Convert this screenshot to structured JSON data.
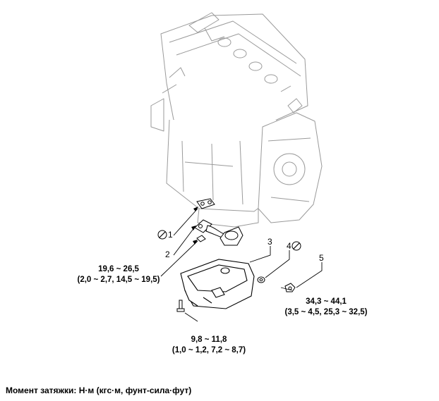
{
  "callouts": [
    "1",
    "2",
    "3",
    "4",
    "5"
  ],
  "torque_specs": {
    "strainer_bolt": {
      "nm": "19,6 ~ 26,5",
      "alt": "(2,0 ~ 2,7, 14,5 ~ 19,5)"
    },
    "pan_bolt": {
      "nm": "9,8 ~ 11,8",
      "alt": "(1,0 ~ 1,2, 7,2 ~ 8,7)"
    },
    "drain_plug": {
      "nm": "34,3 ~ 44,1",
      "alt": "(3,5 ~ 4,5, 25,3 ~ 32,5)"
    }
  },
  "footer": "Момент затяжки: Н·м (кгс·м, фунт-сила·фут)",
  "icons": {
    "replace_part": "replace-part-icon"
  }
}
